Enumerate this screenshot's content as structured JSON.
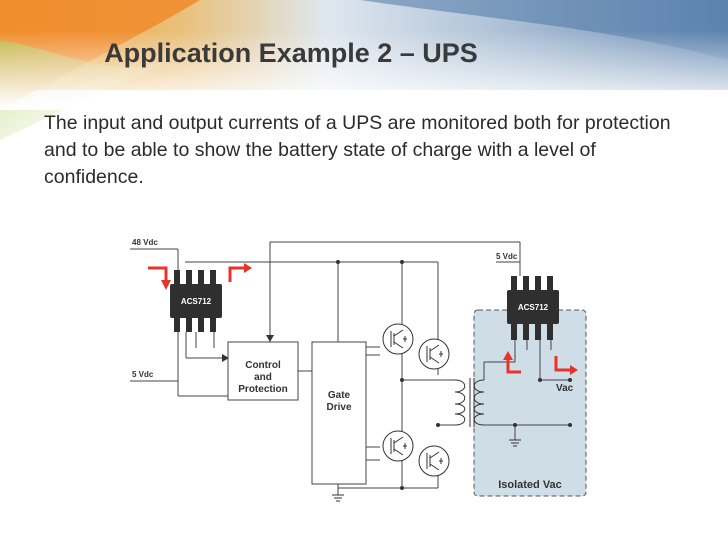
{
  "slide": {
    "title": "Application Example 2 – UPS",
    "body": "The input and output currents of a UPS are monitored both for protection and to be able to show the battery state of charge with a level of confidence."
  },
  "diagram": {
    "label_48vdc": "48 Vdc",
    "label_5vdc_left": "5 Vdc",
    "label_5vdc_right": "5 Vdc",
    "chip_left": "ACS712",
    "chip_right": "ACS712",
    "control_line1": "Control",
    "control_line2": "and",
    "control_line3": "Protection",
    "gate_line1": "Gate",
    "gate_line2": "Drive",
    "vac": "Vac",
    "isolated_vac": "Isolated Vac"
  },
  "colors": {
    "accent_red": "#e8332a",
    "isolated_fill": "#cfdde6",
    "chip": "#2f2f2f"
  }
}
